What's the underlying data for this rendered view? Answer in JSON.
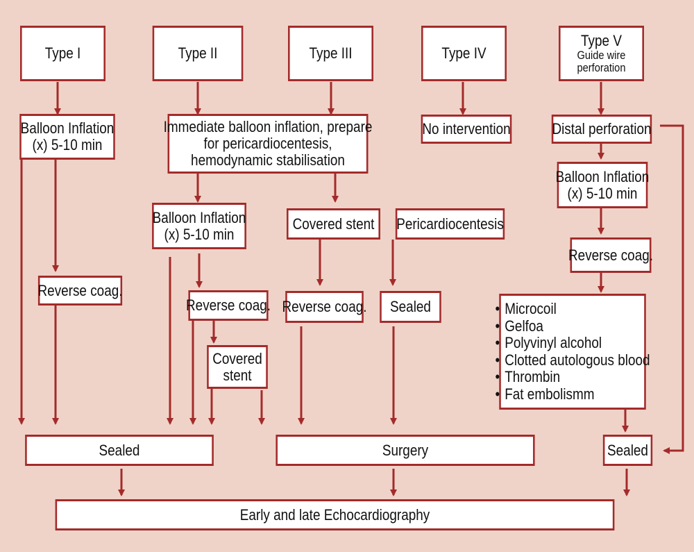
{
  "colors": {
    "background": "#f0d3c8",
    "line": "#a32b2b",
    "box": "#ffffff"
  },
  "types": {
    "t1": "Type I",
    "t2": "Type II",
    "t3": "Type III",
    "t4": "Type IV",
    "t5_line1": "Type V",
    "t5_line2": "Guide wire",
    "t5_line3": "perforation"
  },
  "type1": {
    "balloon_line1": "Balloon Inflation",
    "balloon_line2": "(x) 5-10 min",
    "reverse": "Reverse coag."
  },
  "type2": {
    "immediate_line1": "Immediate balloon inflation, prepare",
    "immediate_line2": "for pericardiocentesis,",
    "immediate_line3": "hemodynamic stabilisation",
    "balloon_line1": "Balloon Inflation",
    "balloon_line2": "(x) 5-10 min",
    "reverse": "Reverse coag.",
    "covered_line1": "Covered",
    "covered_line2": "stent"
  },
  "type3": {
    "covered": "Covered stent",
    "pericardio": "Pericardiocentesis",
    "reverse": "Reverse coag.",
    "sealed": "Sealed"
  },
  "type4": {
    "no_intervention": "No intervention"
  },
  "type5": {
    "distal": "Distal perforation",
    "balloon_line1": "Balloon Inflation",
    "balloon_line2": "(x) 5-10 min",
    "reverse": "Reverse coag.",
    "options": [
      "Microcoil",
      "Gelfoa",
      "Polyvinyl alcohol",
      "Clotted autologous blood",
      "Thrombin",
      "Fat embolismm"
    ],
    "sealed": "Sealed"
  },
  "outcomes": {
    "sealed": "Sealed",
    "surgery": "Surgery",
    "echo": "Early and late Echocardiography"
  }
}
